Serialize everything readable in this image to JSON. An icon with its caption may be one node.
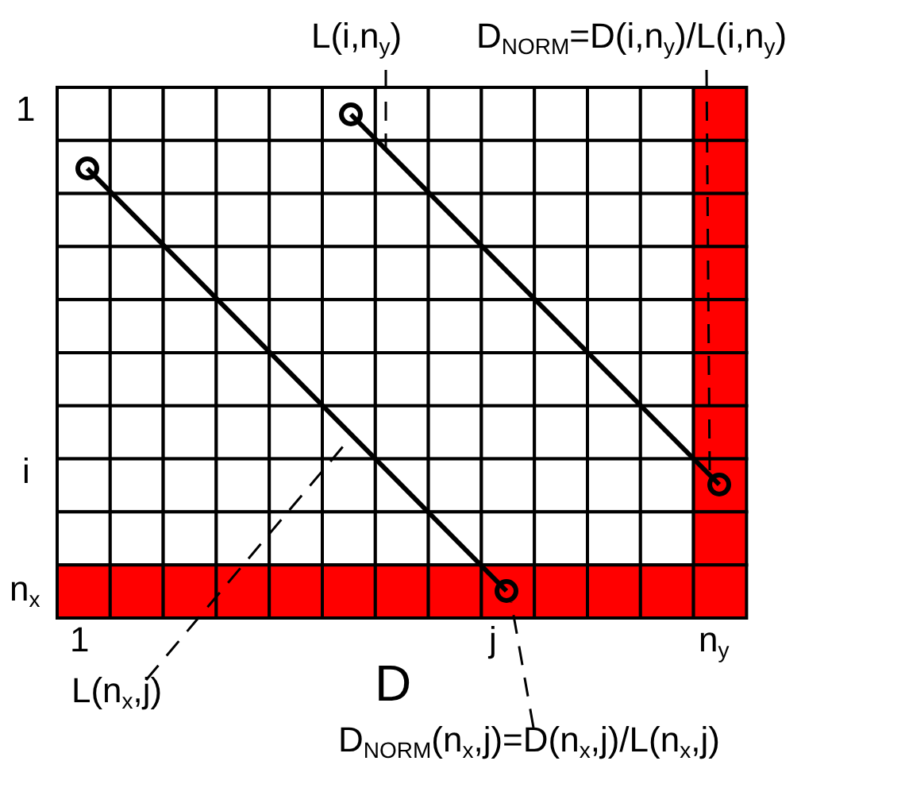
{
  "diagram": {
    "nodes": [
      {
        "text": [
          "L(i,n$_{y}$)"
        ]
      },
      {
        "text": [
          "D$_{NORM}$=D(i,n$_{y}$)/L(i,n$_{y}$)"
        ]
      },
      {
        "text": [
          "L(n$_{x}$,j)"
        ]
      },
      {
        "text": [
          "D$_{NORM}$(n$_{x}$,j)=D(n$_{x}$,j)/L(n$_{x}$,j)"
        ]
      },
      {
        "text": [],
        "shape": "line"
      },
      {
        "text": [],
        "shape": "line"
      },
      {
        "text": [],
        "shape": "circle"
      },
      {
        "text": [],
        "shape": "circle"
      }
    ],
    "edges": [
      {
        "from": 0,
        "to": 4,
        "arrow": "none",
        "style": "dashed"
      },
      {
        "from": 1,
        "to": 6,
        "arrow": "none",
        "style": "dashed"
      },
      {
        "from": 2,
        "to": 5,
        "arrow": "none",
        "style": "dashed"
      },
      {
        "from": 3,
        "to": 7,
        "arrow": "none",
        "style": "dashed"
      }
    ],
    "labels": [
      "1",
      "i",
      "n$_{x}$",
      "1",
      "j",
      "n$_{y}$",
      "D"
    ]
  }
}
